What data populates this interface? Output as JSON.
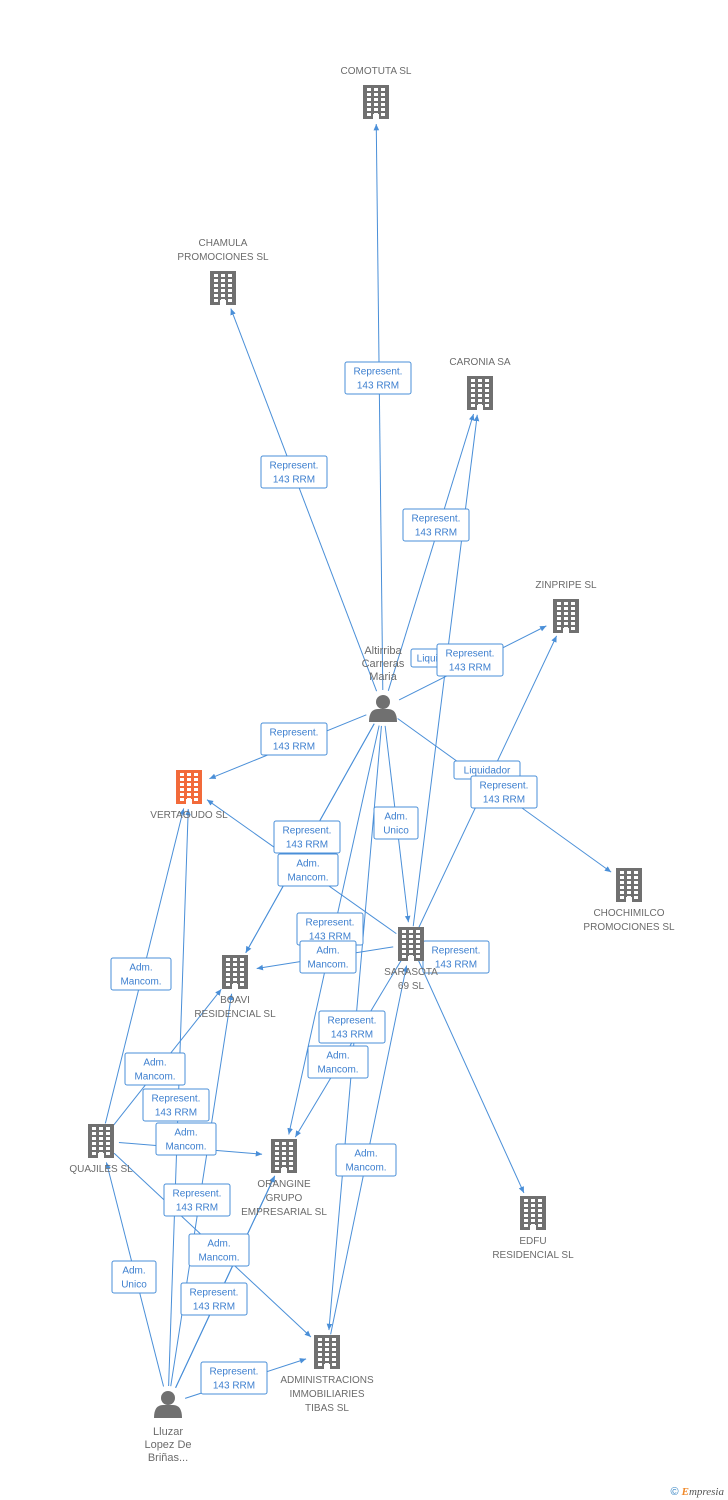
{
  "colors": {
    "edge": "#4a8fd8",
    "node": "#707070",
    "highlight": "#f26a3a",
    "text": "#6b6b6b"
  },
  "nodes": {
    "comotuta": {
      "label": [
        "COMOTUTA SL"
      ],
      "icon": "building-icon"
    },
    "chamula": {
      "label": [
        "CHAMULA",
        "PROMOCIONES SL"
      ],
      "icon": "building-icon"
    },
    "caronia": {
      "label": [
        "CARONIA SA"
      ],
      "icon": "building-icon"
    },
    "zinpripe": {
      "label": [
        "ZINPRIPE SL"
      ],
      "icon": "building-icon"
    },
    "altirriba": {
      "label": [
        "Altirriba",
        "Carreras",
        "Maria"
      ],
      "icon": "person-icon"
    },
    "vertagudo": {
      "label": [
        "VERTAGUDO SL"
      ],
      "icon": "building-icon",
      "highlight": true
    },
    "chochimilco": {
      "label": [
        "CHOCHIMILCO",
        "PROMOCIONES SL"
      ],
      "icon": "building-icon"
    },
    "boavi": {
      "label": [
        "BOAVI",
        "RESIDENCIAL SL"
      ],
      "icon": "building-icon"
    },
    "sarasota": {
      "label": [
        "SARASOTA",
        "69 SL"
      ],
      "icon": "building-icon"
    },
    "quajiles": {
      "label": [
        "QUAJILES SL"
      ],
      "icon": "building-icon"
    },
    "orangine": {
      "label": [
        "ORANGINE",
        "GRUPO",
        "EMPRESARIAL SL"
      ],
      "icon": "building-icon"
    },
    "edfu": {
      "label": [
        "EDFU",
        "RESIDENCIAL SL"
      ],
      "icon": "building-icon"
    },
    "administracions": {
      "label": [
        "ADMINISTRACIONS",
        "IMMOBILIARIES",
        "TIBAS SL"
      ],
      "icon": "building-icon"
    },
    "lluzar": {
      "label": [
        "Lluzar",
        "Lopez De",
        "Briñas..."
      ],
      "icon": "person-icon"
    }
  },
  "edge_labels": [
    [
      "Represent.",
      "143 RRM"
    ],
    [
      "Represent.",
      "143 RRM"
    ],
    [
      "Represent.",
      "143 RRM"
    ],
    [
      "Liquidador"
    ],
    [
      "Represent.",
      "143 RRM"
    ],
    [
      "Represent.",
      "143 RRM"
    ],
    [
      "Liquidador"
    ],
    [
      "Represent.",
      "143 RRM"
    ],
    [
      "Represent.",
      "143 RRM"
    ],
    [
      "Adm.",
      "Mancom."
    ],
    [
      "Adm.",
      "Unico"
    ],
    [
      "Represent.",
      "143 RRM"
    ],
    [
      "Adm.",
      "Mancom."
    ],
    [
      "Represent.",
      "143 RRM"
    ],
    [
      "Represent.",
      "143 RRM"
    ],
    [
      "Adm.",
      "Mancom."
    ],
    [
      "Adm.",
      "Mancom."
    ],
    [
      "Adm.",
      "Mancom."
    ],
    [
      "Adm.",
      "Mancom."
    ],
    [
      "Represent.",
      "143 RRM"
    ],
    [
      "Adm.",
      "Mancom."
    ],
    [
      "Represent.",
      "143 RRM"
    ],
    [
      "Adm.",
      "Mancom."
    ],
    [
      "Adm.",
      "Unico"
    ],
    [
      "Represent.",
      "143 RRM"
    ],
    [
      "Represent.",
      "143 RRM"
    ]
  ],
  "footer": {
    "copyright": "©",
    "brand_initial": "E",
    "brand_rest": "mpresia"
  }
}
